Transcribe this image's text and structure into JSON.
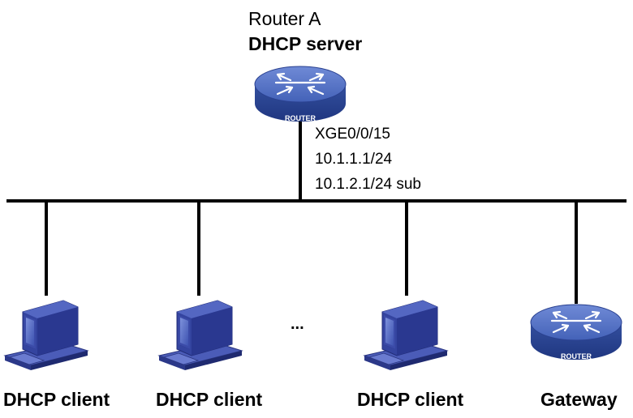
{
  "server": {
    "name": "Router A",
    "role": "DHCP server",
    "icon": "router-icon",
    "badge": "ROUTER",
    "interface": "XGE0/0/15",
    "ip_primary": "10.1.1.1/24",
    "ip_secondary": "10.1.2.1/24 sub"
  },
  "clients": [
    {
      "label": "DHCP client",
      "icon": "pc-icon"
    },
    {
      "label": "DHCP client",
      "icon": "pc-icon"
    },
    {
      "label": "DHCP client",
      "icon": "pc-icon"
    }
  ],
  "ellipsis": "...",
  "gateway": {
    "label": "Gateway",
    "icon": "router-icon",
    "badge": "ROUTER"
  },
  "colors": {
    "router_top": "#5a78c8",
    "router_side": "#2f4a9a",
    "pc_body": "#3a4aa8",
    "pc_screen": "#5c73c9",
    "line": "#000000"
  }
}
